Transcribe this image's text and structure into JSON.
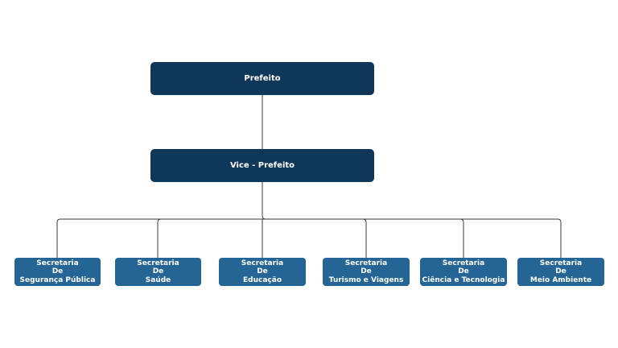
{
  "colors": {
    "top_box": "#0f3759",
    "secretaria_box": "#246596",
    "connector": "#3a3a3a",
    "text": "#ffffff"
  },
  "chart": {
    "prefeito": "Prefeito",
    "vice_prefeito": "Vice - Prefeito",
    "secretarias": [
      {
        "line1": "Secretaria",
        "line2": "De",
        "line3": "Segurança Pública"
      },
      {
        "line1": "Secretaria",
        "line2": "De",
        "line3": "Saúde"
      },
      {
        "line1": "Secretaria",
        "line2": "De",
        "line3": "Educação"
      },
      {
        "line1": "Secretaria",
        "line2": "De",
        "line3": "Turismo e Viagens"
      },
      {
        "line1": "Secretaria",
        "line2": "De",
        "line3": "Ciência e Tecnologia"
      },
      {
        "line1": "Secretaria",
        "line2": "De",
        "line3": "Meio Ambiente"
      }
    ]
  }
}
